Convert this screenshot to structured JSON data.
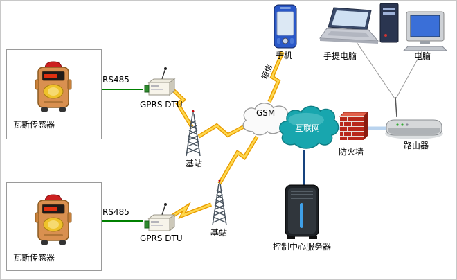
{
  "diagram": {
    "sensor_top": {
      "label": "瓦斯传感器"
    },
    "sensor_bottom": {
      "label": "瓦斯传感器"
    },
    "rs485_top": {
      "label": "RS485"
    },
    "rs485_bottom": {
      "label": "RS485"
    },
    "dtu_top": {
      "label": "GPRS DTU"
    },
    "dtu_bottom": {
      "label": "GPRS DTU"
    },
    "base_top": {
      "label": "基站"
    },
    "base_bottom": {
      "label": "基站"
    },
    "gsm_cloud": {
      "label": "GSM"
    },
    "sms_link": {
      "label": "短信"
    },
    "phone": {
      "label": "手机"
    },
    "internet_cloud": {
      "label": "互联网"
    },
    "firewall": {
      "label": "防火墙"
    },
    "router": {
      "label": "路由器"
    },
    "laptop": {
      "label": "手提电脑"
    },
    "desktop": {
      "label": "电脑"
    },
    "server": {
      "label": "控制中心服务器"
    }
  },
  "colors": {
    "rs485_line": "#008000",
    "lightning_fill": "#ffd84d",
    "lightning_edge": "#e89c00",
    "gsm_cloud": "#fafafa",
    "internet_cloud": "#18a6ae",
    "firewall_brick": "#b8281a",
    "lan_pipe": "#b9d3ee",
    "server_link": "#16437e"
  }
}
